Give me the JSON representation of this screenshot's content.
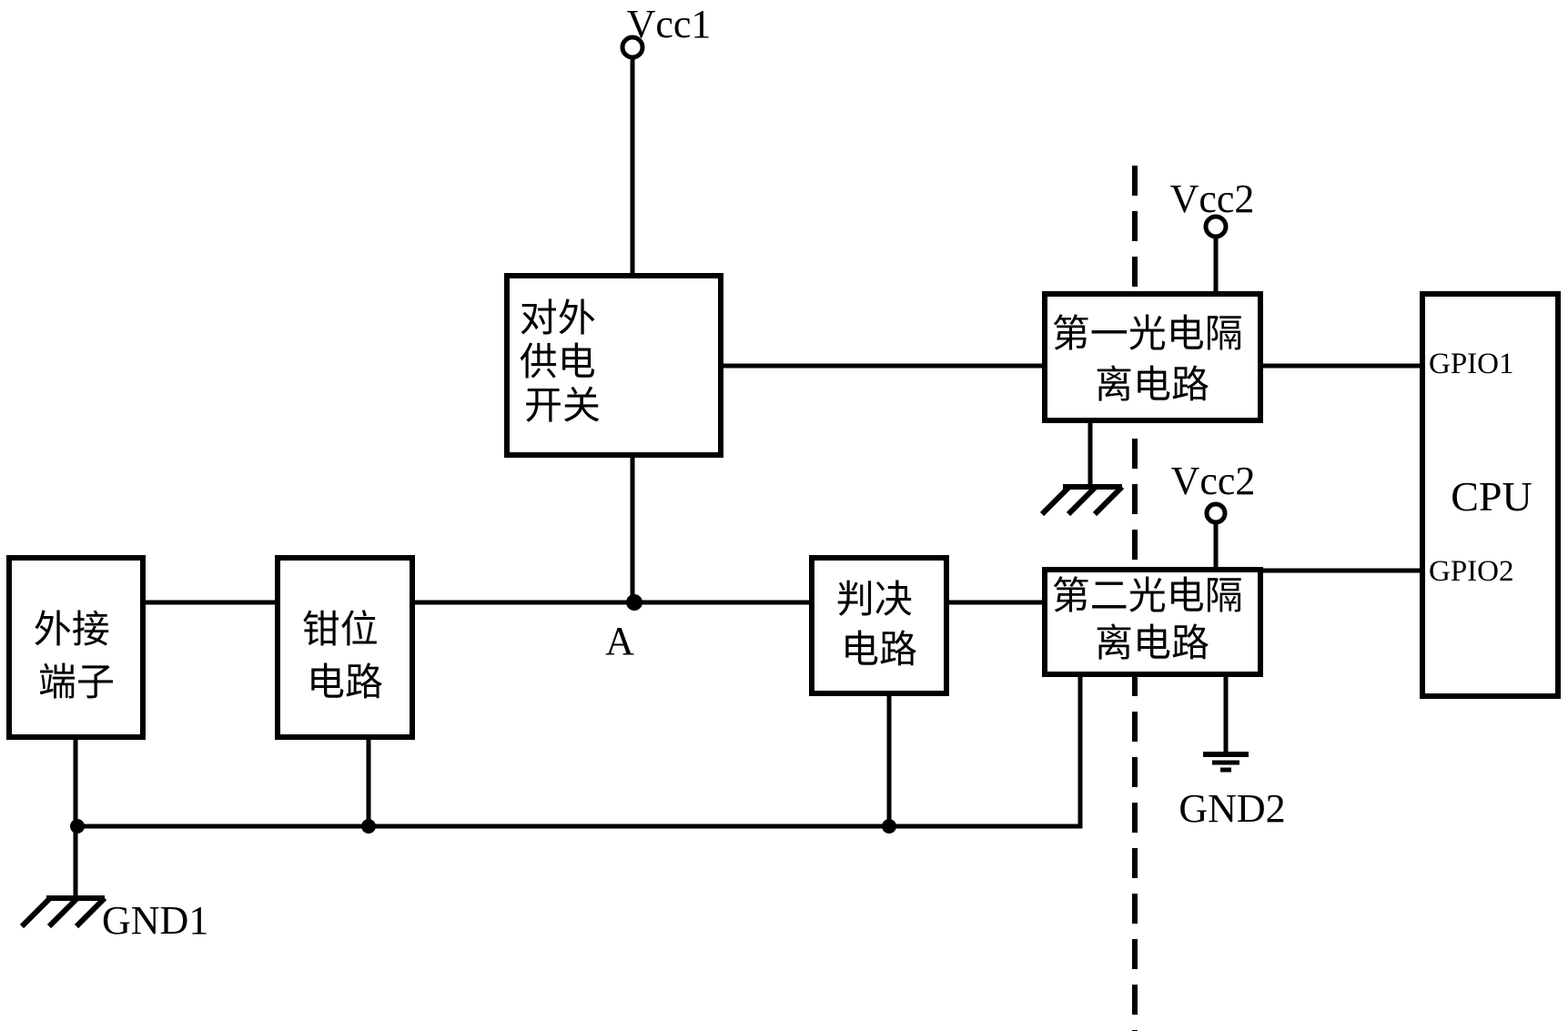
{
  "diagram": {
    "background": "#ffffff",
    "line_color": "#000000",
    "labels": {
      "vcc1": "Vcc1",
      "vcc2_top": "Vcc2",
      "vcc2_bottom": "Vcc2",
      "gnd1": "GND1",
      "gnd2": "GND2",
      "node_a": "A"
    },
    "blocks": {
      "external_terminal": {
        "line1": "外接",
        "line2": "端子"
      },
      "clamp_circuit": {
        "line1": "钳位",
        "line2": "电路"
      },
      "power_switch": {
        "line1": "对外",
        "line2": "供电",
        "line3": "开关"
      },
      "decision_circuit": {
        "line1": "判决",
        "line2": "电路"
      },
      "opto_isolator_1": {
        "line1": "第一光电隔",
        "line2": "离电路"
      },
      "opto_isolator_2": {
        "line1": "第二光电隔",
        "line2": "离电路"
      },
      "cpu": {
        "label": "CPU",
        "pin1": "GPIO1",
        "pin2": "GPIO2"
      }
    }
  }
}
